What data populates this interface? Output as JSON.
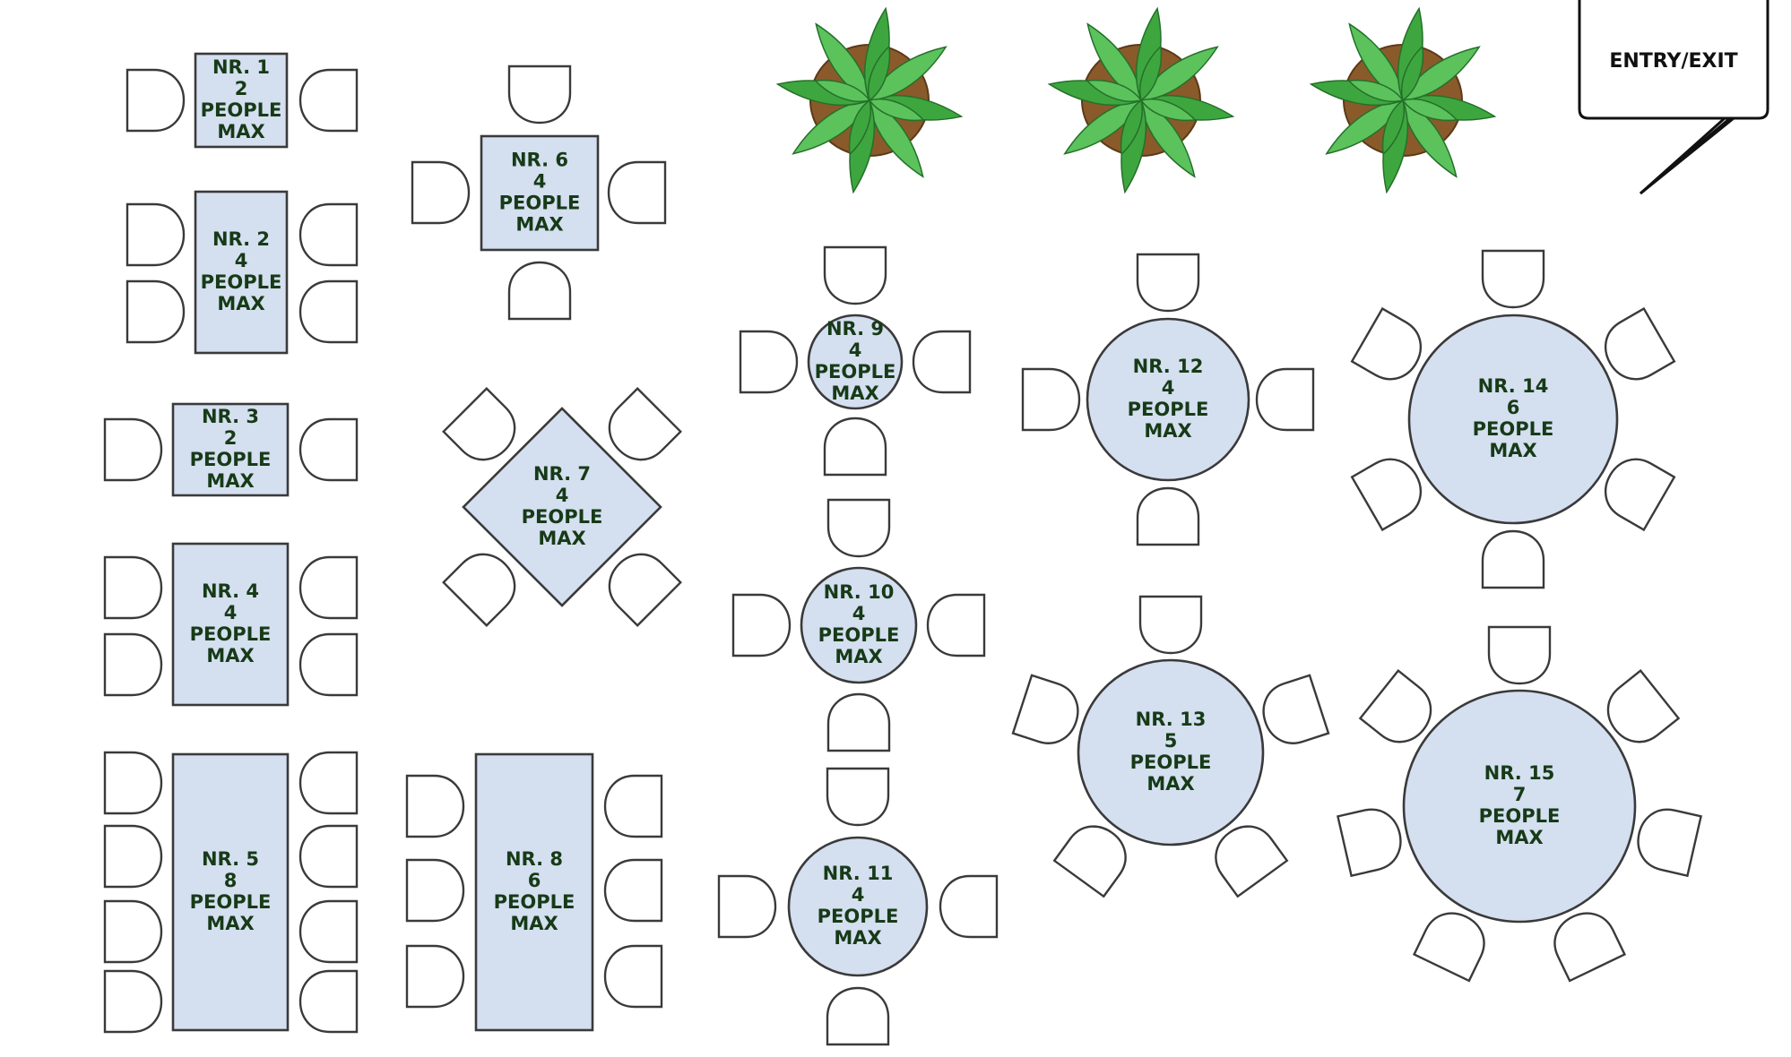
{
  "entry_exit": {
    "label": "ENTRY/EXIT"
  },
  "plants": [
    {
      "icon": "potted-plant-icon"
    },
    {
      "icon": "potted-plant-icon"
    },
    {
      "icon": "potted-plant-icon"
    }
  ],
  "colors": {
    "table_fill": "#d4dff0",
    "label_text": "#173a17",
    "plant_green": "#3ea63e",
    "pot_brown": "#8a5a2b"
  },
  "tables": [
    {
      "number": "NR. 1",
      "capacity": "2",
      "people": "PEOPLE",
      "max": "MAX",
      "shape": "rect",
      "seats": 2
    },
    {
      "number": "NR. 2",
      "capacity": "4",
      "people": "PEOPLE",
      "max": "MAX",
      "shape": "rect",
      "seats": 4
    },
    {
      "number": "NR. 3",
      "capacity": "2",
      "people": "PEOPLE",
      "max": "MAX",
      "shape": "rect",
      "seats": 2
    },
    {
      "number": "NR. 4",
      "capacity": "4",
      "people": "PEOPLE",
      "max": "MAX",
      "shape": "rect",
      "seats": 4
    },
    {
      "number": "NR. 5",
      "capacity": "8",
      "people": "PEOPLE",
      "max": "MAX",
      "shape": "rect",
      "seats": 8
    },
    {
      "number": "NR. 6",
      "capacity": "4",
      "people": "PEOPLE",
      "max": "MAX",
      "shape": "square",
      "seats": 4
    },
    {
      "number": "NR. 7",
      "capacity": "4",
      "people": "PEOPLE",
      "max": "MAX",
      "shape": "diamond",
      "seats": 4
    },
    {
      "number": "NR. 8",
      "capacity": "6",
      "people": "PEOPLE",
      "max": "MAX",
      "shape": "rect",
      "seats": 6
    },
    {
      "number": "NR. 9",
      "capacity": "4",
      "people": "PEOPLE",
      "max": "MAX",
      "shape": "round",
      "seats": 4
    },
    {
      "number": "NR. 10",
      "capacity": "4",
      "people": "PEOPLE",
      "max": "MAX",
      "shape": "round",
      "seats": 4
    },
    {
      "number": "NR. 11",
      "capacity": "4",
      "people": "PEOPLE",
      "max": "MAX",
      "shape": "round",
      "seats": 4
    },
    {
      "number": "NR. 12",
      "capacity": "4",
      "people": "PEOPLE",
      "max": "MAX",
      "shape": "round",
      "seats": 4
    },
    {
      "number": "NR. 13",
      "capacity": "5",
      "people": "PEOPLE",
      "max": "MAX",
      "shape": "round",
      "seats": 5
    },
    {
      "number": "NR. 14",
      "capacity": "6",
      "people": "PEOPLE",
      "max": "MAX",
      "shape": "round",
      "seats": 6
    },
    {
      "number": "NR. 15",
      "capacity": "7",
      "people": "PEOPLE",
      "max": "MAX",
      "shape": "round",
      "seats": 7
    }
  ]
}
